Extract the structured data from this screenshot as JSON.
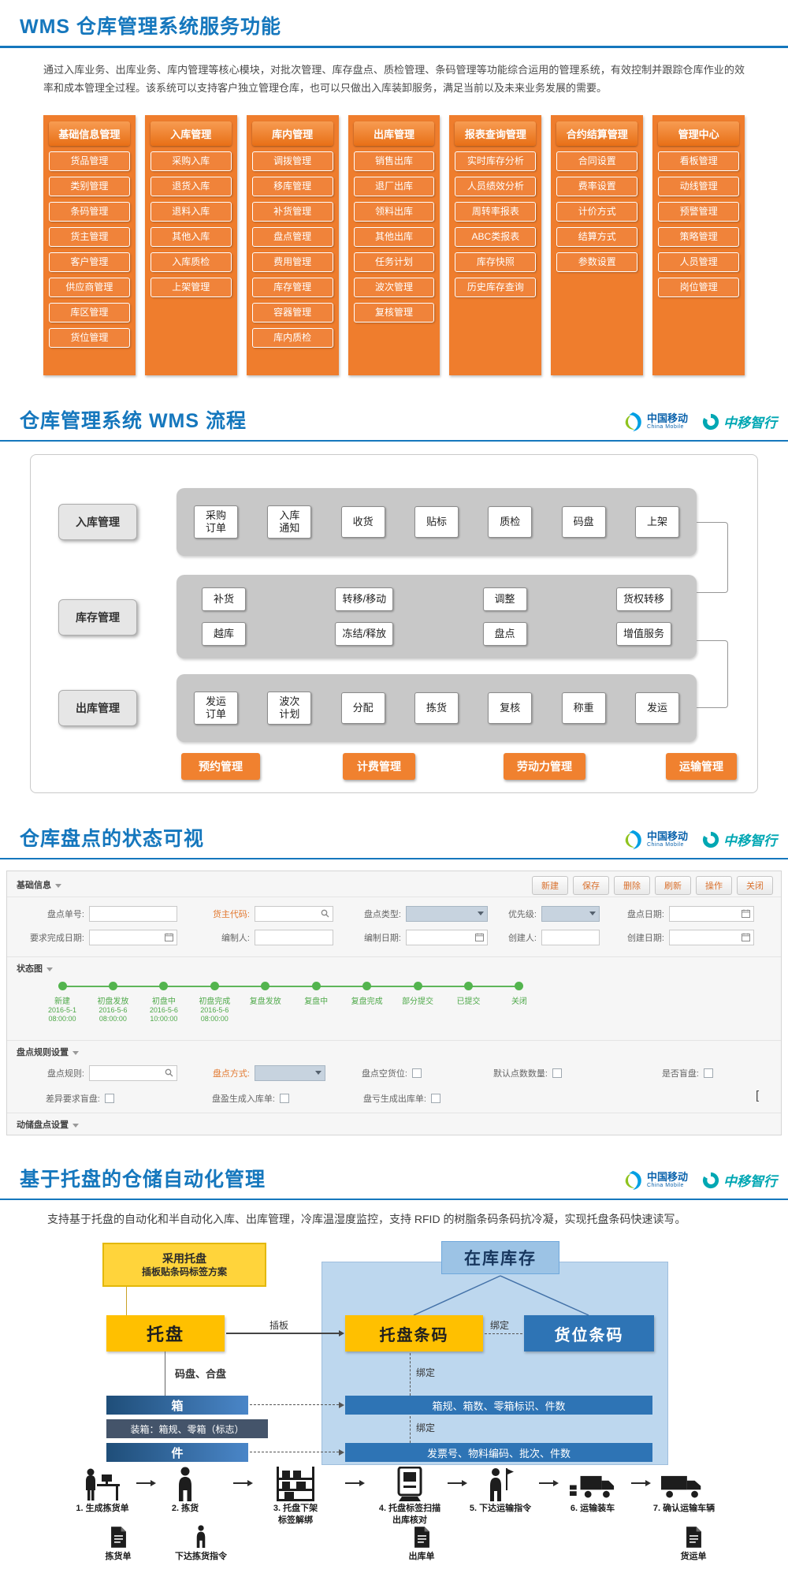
{
  "logos": {
    "cmcc": "中国移动",
    "cmcc_en": "China Mobile",
    "zx": "中移智行"
  },
  "s1": {
    "title": "WMS 仓库管理系统服务功能",
    "intro": "通过入库业务、出库业务、库内管理等核心模块，对批次管理、库存盘点、质检管理、条码管理等功能综合运用的管理系统，有效控制并跟踪仓库作业的效率和成本管理全过程。该系统可以支持客户独立管理仓库，也可以只做出入库装卸服务，满足当前以及未来业务发展的需要。",
    "columns": [
      {
        "header": "基础信息管理",
        "items": [
          "货品管理",
          "类别管理",
          "条码管理",
          "货主管理",
          "客户管理",
          "供应商管理",
          "库区管理",
          "货位管理"
        ]
      },
      {
        "header": "入库管理",
        "items": [
          "采购入库",
          "退货入库",
          "退料入库",
          "其他入库",
          "入库质检",
          "上架管理"
        ]
      },
      {
        "header": "库内管理",
        "items": [
          "调拨管理",
          "移库管理",
          "补货管理",
          "盘点管理",
          "费用管理",
          "库存管理",
          "容器管理",
          "库内质检"
        ]
      },
      {
        "header": "出库管理",
        "items": [
          "销售出库",
          "退厂出库",
          "领料出库",
          "其他出库",
          "任务计划",
          "波次管理",
          "复核管理"
        ]
      },
      {
        "header": "报表查询管理",
        "items": [
          "实时库存分析",
          "人员绩效分析",
          "周转率报表",
          "ABC类报表",
          "库存快照",
          "历史库存查询"
        ]
      },
      {
        "header": "合约结算管理",
        "items": [
          "合同设置",
          "费率设置",
          "计价方式",
          "结算方式",
          "参数设置"
        ]
      },
      {
        "header": "管理中心",
        "items": [
          "看板管理",
          "动线管理",
          "预警管理",
          "策略管理",
          "人员管理",
          "岗位管理"
        ]
      }
    ]
  },
  "s2": {
    "title": "仓库管理系统 WMS 流程",
    "row1_label": "入库管理",
    "row1": [
      "采购\n订单",
      "入库\n通知",
      "收货",
      "贴标",
      "质检",
      "码盘",
      "上架"
    ],
    "row2_label": "库存管理",
    "row2": [
      "补货",
      "转移/移动",
      "调整",
      "货权转移",
      "越库",
      "冻结/释放",
      "盘点",
      "增值服务"
    ],
    "row3_label": "出库管理",
    "row3": [
      "发运\n订单",
      "波次\n计划",
      "分配",
      "拣货",
      "复核",
      "称重",
      "发运"
    ],
    "buttons": [
      "预约管理",
      "计费管理",
      "劳动力管理",
      "运输管理"
    ]
  },
  "s3": {
    "title": "仓库盘点的状态可视",
    "group_basic": "基础信息",
    "toolbar": [
      "新建",
      "保存",
      "删除",
      "刷新",
      "操作",
      "关闭"
    ],
    "fields": {
      "r1": [
        "盘点单号:",
        "货主代码:",
        "盘点类型:",
        "优先级:",
        "盘点日期:"
      ],
      "r2": [
        "要求完成日期:",
        "编制人:",
        "编制日期:",
        "创建人:",
        "创建日期:"
      ]
    },
    "group_status": "状态图",
    "timeline": [
      {
        "label": "新建",
        "date": "2016-5-1",
        "time": "08:00:00"
      },
      {
        "label": "初盘发放",
        "date": "2016-5-6",
        "time": "08:00:00"
      },
      {
        "label": "初盘中",
        "date": "2016-5-6",
        "time": "10:00:00"
      },
      {
        "label": "初盘完成",
        "date": "2016-5-6",
        "time": "08:00:00"
      },
      {
        "label": "复盘发放"
      },
      {
        "label": "复盘中"
      },
      {
        "label": "复盘完成"
      },
      {
        "label": "部分提交"
      },
      {
        "label": "已提交"
      },
      {
        "label": "关闭"
      }
    ],
    "group_rules": "盘点规则设置",
    "rule_labels": {
      "rule": "盘点规则:",
      "mode": "盘点方式:",
      "empty_loc": "盘点空货位:",
      "default_qty": "默认点数数量:",
      "blind": "是否盲盘:",
      "diff_blind": "差异要求盲盘:",
      "gain_in": "盘盈生成入库单:",
      "loss_out": "盘亏生成出库单:"
    },
    "stray": "[",
    "group_dyn": "动储盘点设置"
  },
  "s4": {
    "title": "基于托盘的仓储自动化管理",
    "intro": "支持基于托盘的自动化和半自动化入库、出库管理，冷库温湿度监控，支持 RFID 的树脂条码条码抗冷凝，实现托盘条码快速读写。",
    "plan_line1": "采用托盘",
    "plan_line2": "插板贴条码标签方案",
    "stock": "在库库存",
    "pallet": "托盘",
    "pallet_bc": "托盘条码",
    "loc_bc": "货位条码",
    "lbl_insert": "插板",
    "lbl_bind1": "绑定",
    "lbl_bind2": "绑定",
    "lbl_bind3": "绑定",
    "lbl_palletize": "码盘、合盘",
    "box": "箱",
    "box_info": "箱规、箱数、零箱标识、件数",
    "packing": "装箱：箱规、零箱（标志）",
    "piece": "件",
    "piece_info": "发票号、物料编码、批次、件数",
    "steps": [
      "1. 生成拣货单",
      "2. 拣货",
      "3. 托盘下架\n标签解绑",
      "4. 托盘标签扫描\n出库核对",
      "5. 下达运输指令",
      "6. 运输装车",
      "7. 确认运输车辆"
    ],
    "docs": [
      "拣货单",
      "下达拣货指令",
      "出库单",
      "货运单"
    ]
  }
}
